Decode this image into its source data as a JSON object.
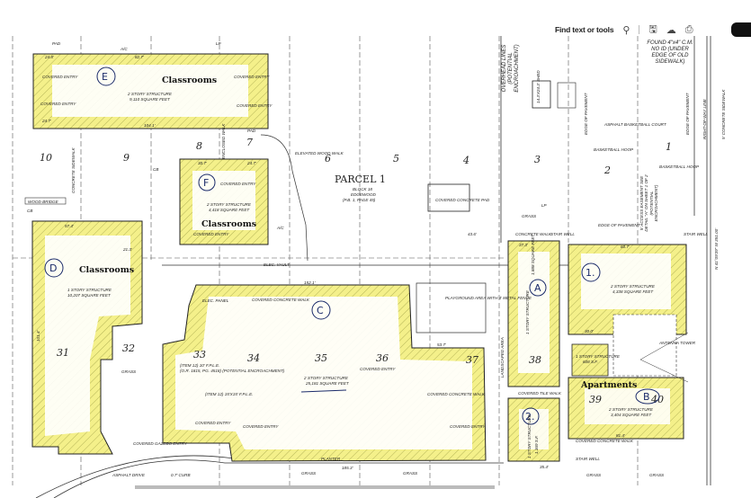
{
  "toolbar": {
    "find_label": "Find text or tools",
    "icons": [
      "search-icon",
      "save-icon",
      "cloud-share-icon",
      "print-icon"
    ]
  },
  "colors": {
    "highlight": "#f4f08a",
    "hatch": "#9a9a40",
    "ink": "#222222",
    "pen": "#1a2a6a"
  },
  "parcel": {
    "title": "PARCEL 1",
    "block": "BLOCK 18",
    "sub": "EDGEWOOD",
    "ref": "(P.B. 1, PAGE 45)"
  },
  "lots": [
    "10",
    "9",
    "8",
    "7",
    "6",
    "5",
    "4",
    "3",
    "2",
    "1",
    "31",
    "32",
    "33",
    "34",
    "35",
    "36",
    "37",
    "38",
    "39",
    "40"
  ],
  "buildings": {
    "E": {
      "mark": "E",
      "name": "Classrooms",
      "line1": "2 STORY STRUCTURE",
      "line2": "9,110 SQUARE FEET"
    },
    "F": {
      "mark": "F",
      "name": "Classrooms",
      "line1": "2 STORY STRUCTURE",
      "line2": "4,418 SQUARE FEET"
    },
    "D": {
      "mark": "D",
      "name": "Classrooms",
      "line1": "1 STORY STRUCTURE",
      "line2": "10,207 SQUARE FEET"
    },
    "C": {
      "mark": "C",
      "line1": "2 STORY STRUCTURE",
      "line2": "25,181 SQUARE FEET"
    },
    "A": {
      "mark": "A",
      "line1": "1 STORY STRUCTURE",
      "line2": "1,888 SQUARE FEET"
    },
    "one": {
      "mark": "1.",
      "line1": "2 STORY STRUCTURE",
      "line2": "4,338 SQUARE FEET"
    },
    "B": {
      "mark": "B",
      "name": "Apartments",
      "line1": "2 STORY STRUCTURE",
      "line2": "3,404 SQUARE FEET"
    },
    "two": {
      "mark": "2.",
      "line1": "1 STORY STRUCTURE",
      "line2": "1,369 S.F."
    },
    "small": {
      "line1": "1 STORY STRUCTURE",
      "line2": "608 S.F."
    }
  },
  "labels": {
    "covered_entry": "COVERED ENTRY",
    "concrete_sidewalk": "CONCRETE SIDEWALK",
    "wood_bridge": "WOOD BRIDGE",
    "elevated_wood_walk": "ELEVATED WOOD WALK",
    "enclosed_walk": "ENCLOSED WALK",
    "concrete_walk": "CONCRETE WALK",
    "covered_concrete_pad": "COVERED CONCRETE PAD",
    "covered_concrete_walk": "COVERED CONCRETE WALK",
    "covered_tile_walk": "COVERED TILE WALK",
    "asphalt_court": "ASPHALT BASKETBALL COURT",
    "basketball_hoop": "BASKETBALL HOOP",
    "edge_of_pavement": "EDGE OF PAVEMENT",
    "grass": "GRASS",
    "playground": "PLAYGROUND AREA WITH 4' METAL FENCE",
    "antenna_tower": "ANTENNA TOWER",
    "stair_well": "STAIR WELL",
    "asphalt_drive": "ASPHALT DRIVE",
    "curb": "0.7' CURB",
    "planter": "PLANTER",
    "covered_gazebo": "COVERED GAZEBO ENTRY",
    "elec_vault": "ELEC. VAULT",
    "elec_panel": "ELEC. PANEL",
    "item12a": "(ITEM 12) 10' F.P.L.E.",
    "item12a_ref": "(O.R. 1815, PG. 4518) (POTENTIAL ENCROACHMENT)",
    "item12b": "(ITEM 12) 15'X15' F.P.L.E.",
    "bearing": "N 41°09'39\" W 351.00'",
    "row_line": "RIGHT-OF-WAY LINE",
    "sidewalk5": "5' CONCRETE SIDEWALK",
    "overhead": "OVERHEAD LINES (POTENTIAL ENCROACHMENT)",
    "access_easement": "5' ACCESS EASEMENT SEE DETAIL \"A\" ON SHEET 1 OF 2 (POTENTIAL ENCROACHMENT)",
    "found": "FOUND 4\"x4\" C.M. NO ID (UNDER EDGE OF OLD SIDEWALK)",
    "shed": "14.3'X24.3' SHED",
    "landscaped": "LANDSCAPED AREA",
    "ac": "A/C",
    "pad": "PAD",
    "lp": "LP",
    "cb": "CB",
    "dims": [
      "82.7'",
      "104.1'",
      "24.8'",
      "24.7'",
      "30.7'",
      "24.7'",
      "57.4'",
      "21.3'",
      "101.4'",
      "152.1'",
      "185.3'",
      "53.7'",
      "37.3'",
      "60.7'",
      "30.0'",
      "81.4'",
      "35.4'",
      "43.6'"
    ]
  }
}
